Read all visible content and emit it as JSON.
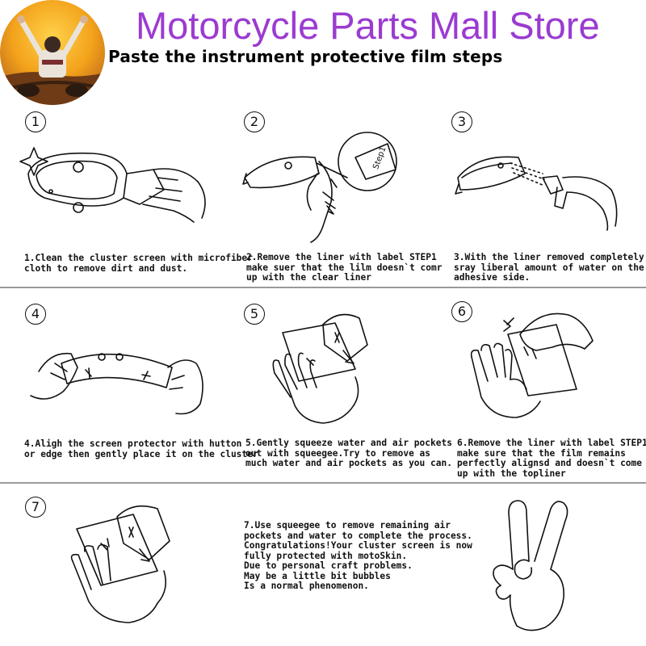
{
  "header": {
    "brand": "Motorcycle Parts Mall Store",
    "subtitle": "Paste the instrument protective film steps"
  },
  "colors": {
    "brand": "#9b3bd1",
    "divider": "#9a9a9a",
    "ink": "#111111"
  },
  "icons": {
    "logo": "rider-on-motorcycle-photo",
    "step1": "cluster-wipe-hand",
    "step2": "liner-peel-hand",
    "step3": "spray-bottle",
    "step4": "two-hands-placing-film",
    "step5": "squeegee-hand",
    "step6": "peel-top-liner-hand",
    "step7": "final-squeegee-hand",
    "victory": "victory-hand"
  },
  "steps": [
    {
      "number": "1",
      "caption": "1.Clean the cluster screen with microfiber\ncloth to remove dirt and dust."
    },
    {
      "number": "2",
      "caption": "2.Remove the liner with label STEP1\nmake suer that the lilm doesn`t comr\nup with the clear liner",
      "tag": "Step1"
    },
    {
      "number": "3",
      "caption": "3.With the liner removed completely,\nsray liberal amount of water on the\nadhesive side."
    },
    {
      "number": "4",
      "caption": "4.Aligh the screen protector with hutton\nor edge then gently place it on the cluster"
    },
    {
      "number": "5",
      "caption": "5.Gently squeeze water and air pockets\nout with squeegee.Try to remove as\nmuch water and air pockets as you can."
    },
    {
      "number": "6",
      "caption": "6.Remove the liner with label STEP1\nmake sure that the film remains\nperfectly alignsd and doesn`t come\nup with the topliner"
    },
    {
      "number": "7",
      "caption": "7.Use squeegee to remove remaining air\npockets and water to complete the process.\nCongratulations!Your cluster screen is now\nfully protected with motoSkin.\nDue to personal craft problems.\nMay be a little bit bubbles\nIs a normal phenomenon."
    }
  ]
}
